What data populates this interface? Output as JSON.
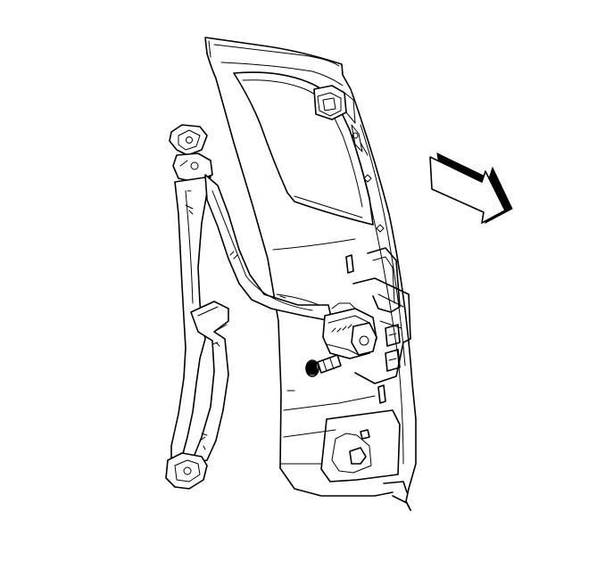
{
  "diagram": {
    "colors": {
      "line": "#000000",
      "background": "#ffffff",
      "arrow_shade": "#000000"
    },
    "components": [
      {
        "id": "door-panel",
        "icon": "vehicle-rear-door-panel"
      },
      {
        "id": "seat-belt-webbing",
        "icon": "seat-belt-webbing"
      },
      {
        "id": "belt-retractor",
        "icon": "seat-belt-retractor"
      },
      {
        "id": "retractor-bolt",
        "icon": "bolt"
      },
      {
        "id": "direction-arrow",
        "icon": "front-of-vehicle-arrow"
      }
    ]
  }
}
